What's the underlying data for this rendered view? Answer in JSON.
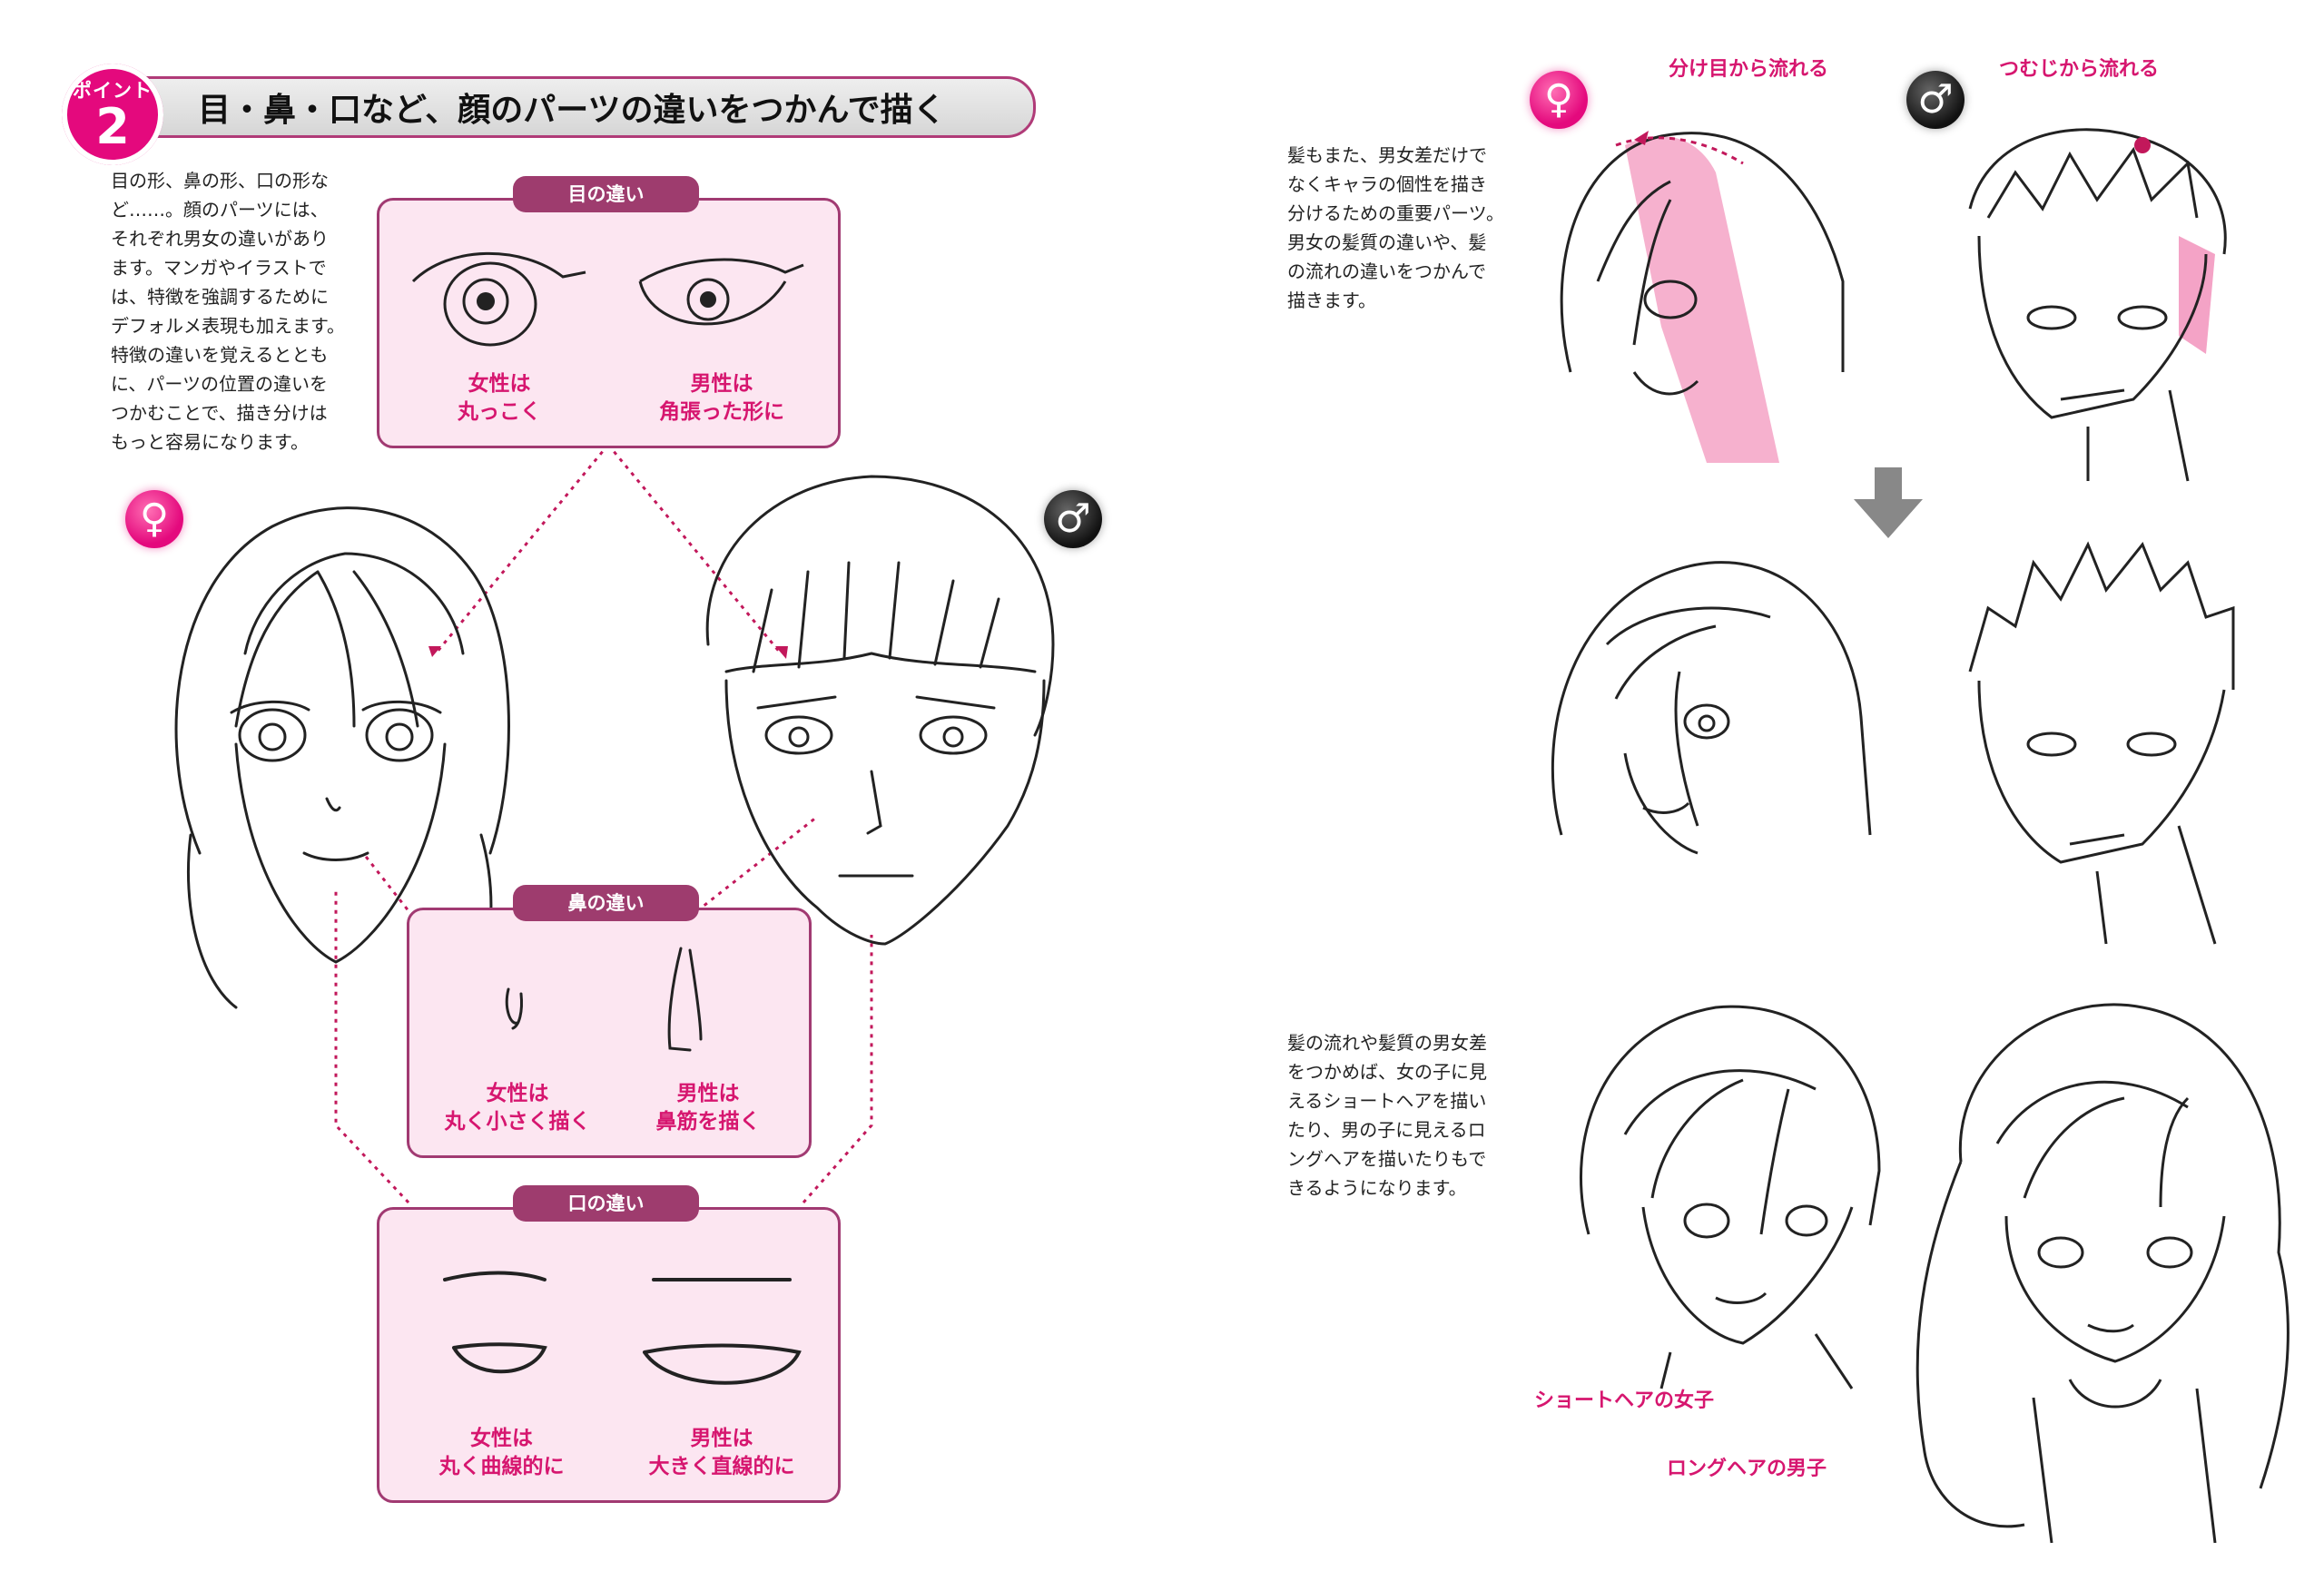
{
  "header": {
    "badge_label": "ポイント",
    "badge_number": "2",
    "title": "目・鼻・口など、顔のパーツの違いをつかんで描く"
  },
  "left_intro": "目の形、鼻の形、口の形など……。顔のパーツには、\nそれぞれ男女の違いがあり\nます。マンガやイラストで\nは、特徴を強調するために\nデフォルメ表現も加えます。\n特徴の違いを覚えるととも\nに、パーツの位置の違いを\nつかむことで、描き分けは\nもっと容易になります。",
  "symbols": {
    "female": "♀",
    "male": "♂"
  },
  "colors": {
    "accent": "#e4097d",
    "tag": "#9e3c6e",
    "box_fill": "#fce6f1",
    "hair_highlight": "#f4a3c6"
  },
  "comparisons": {
    "eyes": {
      "tag": "目の違い",
      "female": "女性は\n丸っこく",
      "male": "男性は\n角張った形に"
    },
    "nose": {
      "tag": "鼻の違い",
      "female": "女性は\n丸く小さく描く",
      "male": "男性は\n鼻筋を描く"
    },
    "mouth": {
      "tag": "口の違い",
      "female": "女性は\n丸く曲線的に",
      "male": "男性は\n大きく直線的に"
    }
  },
  "right_top_text": "髪もまた、男女差だけで\nなくキャラの個性を描き\n分けるための重要パーツ。\n男女の髪質の違いや、髪\nの流れの違いをつかんで\n描きます。",
  "hair_labels": {
    "female_flow": "分け目から流れる",
    "male_flow": "つむじから流れる"
  },
  "right_bottom_text": "髪の流れや髪質の男女差\nをつかめば、女の子に見\nえるショートヘアを描い\nたり、男の子に見えるロ\nングヘアを描いたりもで\nきるようになります。",
  "captions": {
    "short_hair_girl": "ショートヘアの女子",
    "long_hair_boy": "ロングヘアの男子"
  }
}
